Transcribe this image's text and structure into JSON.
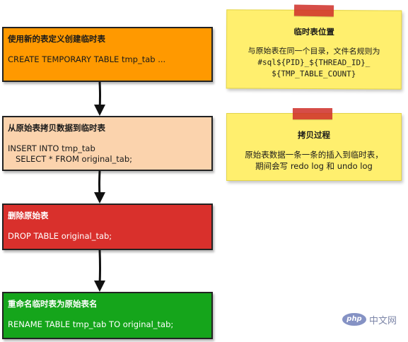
{
  "steps": [
    {
      "title": "使用新的表定义创建临时表",
      "code": "CREATE TEMPORARY TABLE tmp_tab ...",
      "color": "#ff9900"
    },
    {
      "title": "从原始表拷贝数据到临时表",
      "code": "INSERT INTO tmp_tab\n   SELECT * FROM original_tab;",
      "color": "#fbd3ad"
    },
    {
      "title": "删除原始表",
      "code": "DROP TABLE original_tab;",
      "color": "#d9302c"
    },
    {
      "title": "重命名临时表为原始表名",
      "code": "RENAME TABLE tmp_tab TO original_tab;",
      "color": "#15a51b"
    }
  ],
  "notes": [
    {
      "title": "临时表位置",
      "body": "与原始表在同一个目录，文件名规则为\n#sql${PID}_${THREAD_ID}_\n${TMP_TABLE_COUNT}",
      "color": "#ffef6e"
    },
    {
      "title": "拷贝过程",
      "body": "原始表数据一条一条的插入到临时表，\n期间会写 redo log 和 undo log",
      "color": "#ffef6e"
    }
  ],
  "colors": {
    "tape": "#cf2e28",
    "arrow": "#111111",
    "border": "#222222"
  },
  "watermark": {
    "logo": "php",
    "text": "中文网"
  }
}
